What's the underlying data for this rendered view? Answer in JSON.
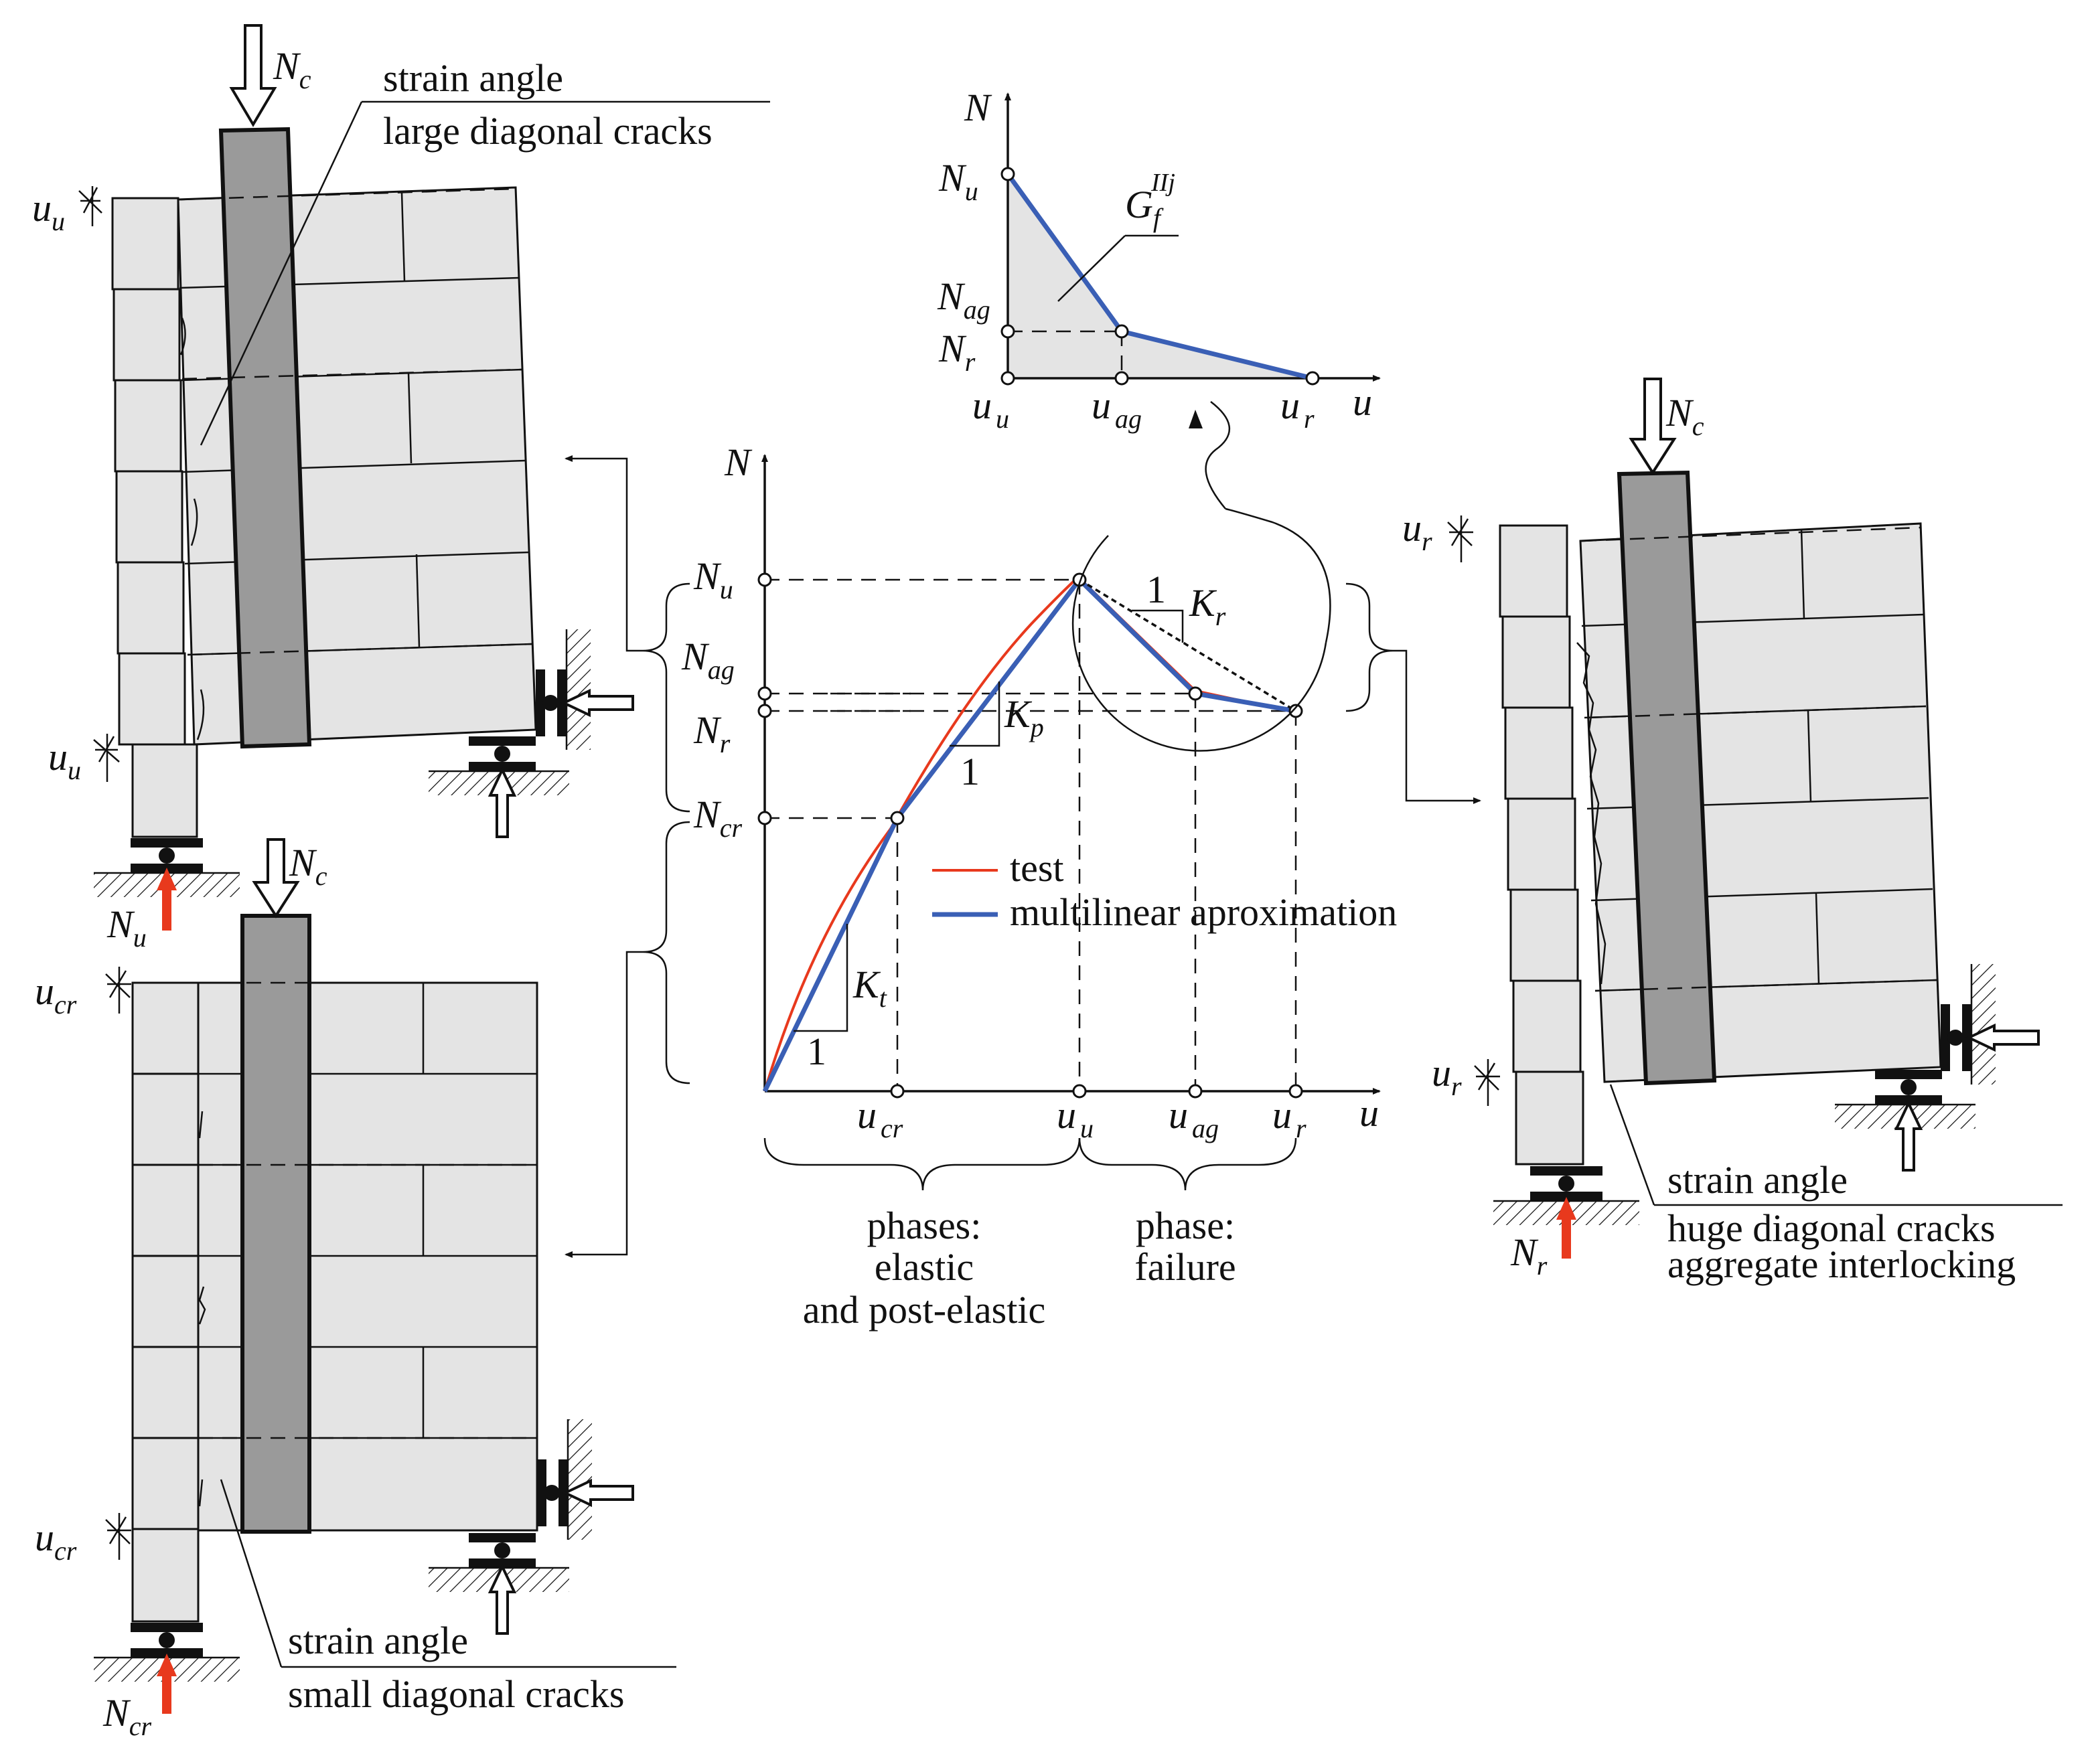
{
  "labels": {
    "Nc": "N",
    "c": "c",
    "Nu": "N",
    "u": "u",
    "Ncr": "N",
    "cr": "cr",
    "Nr": "N",
    "r": "r",
    "Nag": "N",
    "ag": "ag",
    "uVar": "u",
    "N": "N",
    "one": "1",
    "K": "K",
    "t": "t",
    "p": "p",
    "G": "G",
    "f": "f",
    "IIj": "IIj"
  },
  "annotations": {
    "strain_angle": "strain angle",
    "large_cracks": "large diagonal cracks",
    "small_cracks": "small diagonal cracks",
    "huge_cracks": "huge diagonal cracks",
    "aggregate": "aggregate interlocking"
  },
  "phases": {
    "elastic_line1": "phases:",
    "elastic_line2": "elastic",
    "elastic_line3": "and post-elastic",
    "failure_line1": "phase:",
    "failure_line2": "failure"
  },
  "legend": {
    "test": "test",
    "approx": "multilinear aproximation",
    "test_color": "#e8391d",
    "approx_color": "#3a5fb5"
  },
  "chart_data": [
    {
      "type": "line",
      "xlabel": "u",
      "ylabel": "N",
      "x_ticks": [
        "u_cr",
        "u_u",
        "u_ag",
        "u_r"
      ],
      "y_ticks": [
        "N_u",
        "N_ag",
        "N_r",
        "N_cr"
      ],
      "series": [
        {
          "name": "test",
          "points": [
            "0",
            "N_cr",
            "N_u",
            "N_ag",
            "N_r"
          ]
        },
        {
          "name": "multilinear aproximation",
          "points": [
            "(0,0)",
            "(u_cr,N_cr)",
            "(u_u,N_u)",
            "(u_ag,N_ag)",
            "(u_r,N_r)"
          ]
        }
      ],
      "slopes": [
        "K_t",
        "K_p",
        "K_r"
      ]
    },
    {
      "type": "area",
      "xlabel": "u",
      "ylabel": "N",
      "x_ticks": [
        "u_u",
        "u_ag",
        "u_r"
      ],
      "y_ticks": [
        "N_u",
        "N_ag",
        "N_r"
      ],
      "area_label": "G_f^IIj"
    }
  ]
}
